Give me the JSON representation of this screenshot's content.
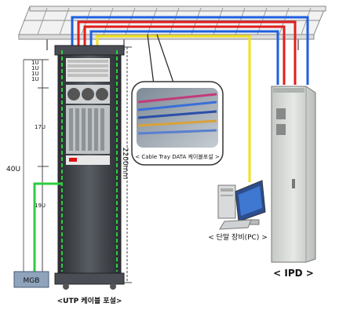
{
  "labels": {
    "u_top": [
      "1U",
      "1U",
      "1U",
      "1U"
    ],
    "u_17": "17U",
    "u_19": "19U",
    "u_40": "40U",
    "height_mm": "2200mm",
    "mgb": "MGB",
    "rack_caption": "<UTP 케이블 포설>",
    "pc_caption": "< 단말 장비(PC) >",
    "ipd_caption": "< IPD >",
    "tray_caption": "< Cable Tray DATA 케이블포설 >"
  },
  "colors": {
    "cable_red": "#e01e1e",
    "cable_blue": "#1e5fe0",
    "cable_yellow": "#f2e21a",
    "ground_green": "#2ecc40",
    "rack_dark": "#3b3f44",
    "ipd_body": "#d9dcd9"
  }
}
